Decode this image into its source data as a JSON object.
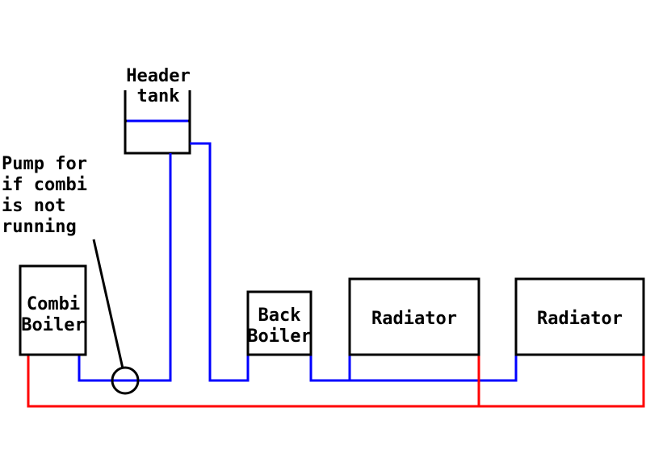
{
  "labels": {
    "header_line1": "Header",
    "header_line2": "tank",
    "pump_line1": "Pump for",
    "pump_line2": "if combi",
    "pump_line3": "is not",
    "pump_line4": "running",
    "combi_line1": "Combi",
    "combi_line2": "Boiler",
    "back_line1": "Back",
    "back_line2": "Boiler",
    "radiator1": "Radiator",
    "radiator2": "Radiator"
  },
  "colors": {
    "flow_pipe": "#0000ff",
    "return_pipe": "#ff0000",
    "outline": "#000000",
    "background": "#ffffff"
  }
}
